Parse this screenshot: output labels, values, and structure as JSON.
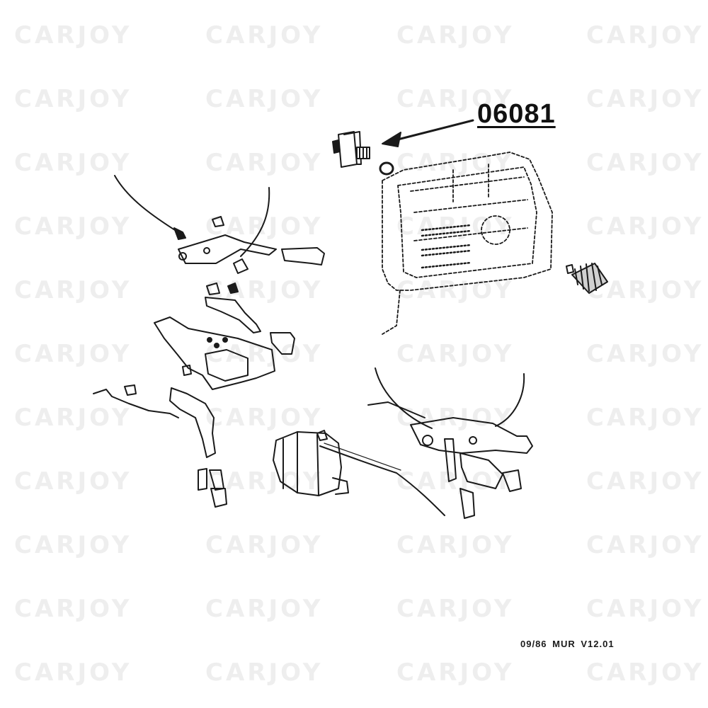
{
  "diagram": {
    "part_number": "06081",
    "footer_code": "09/86 MUR  V12.01"
  },
  "watermark": {
    "text": "CARJOY"
  },
  "colors": {
    "ink": "#1a1a1a",
    "watermark": "#787878",
    "background": "#ffffff"
  }
}
